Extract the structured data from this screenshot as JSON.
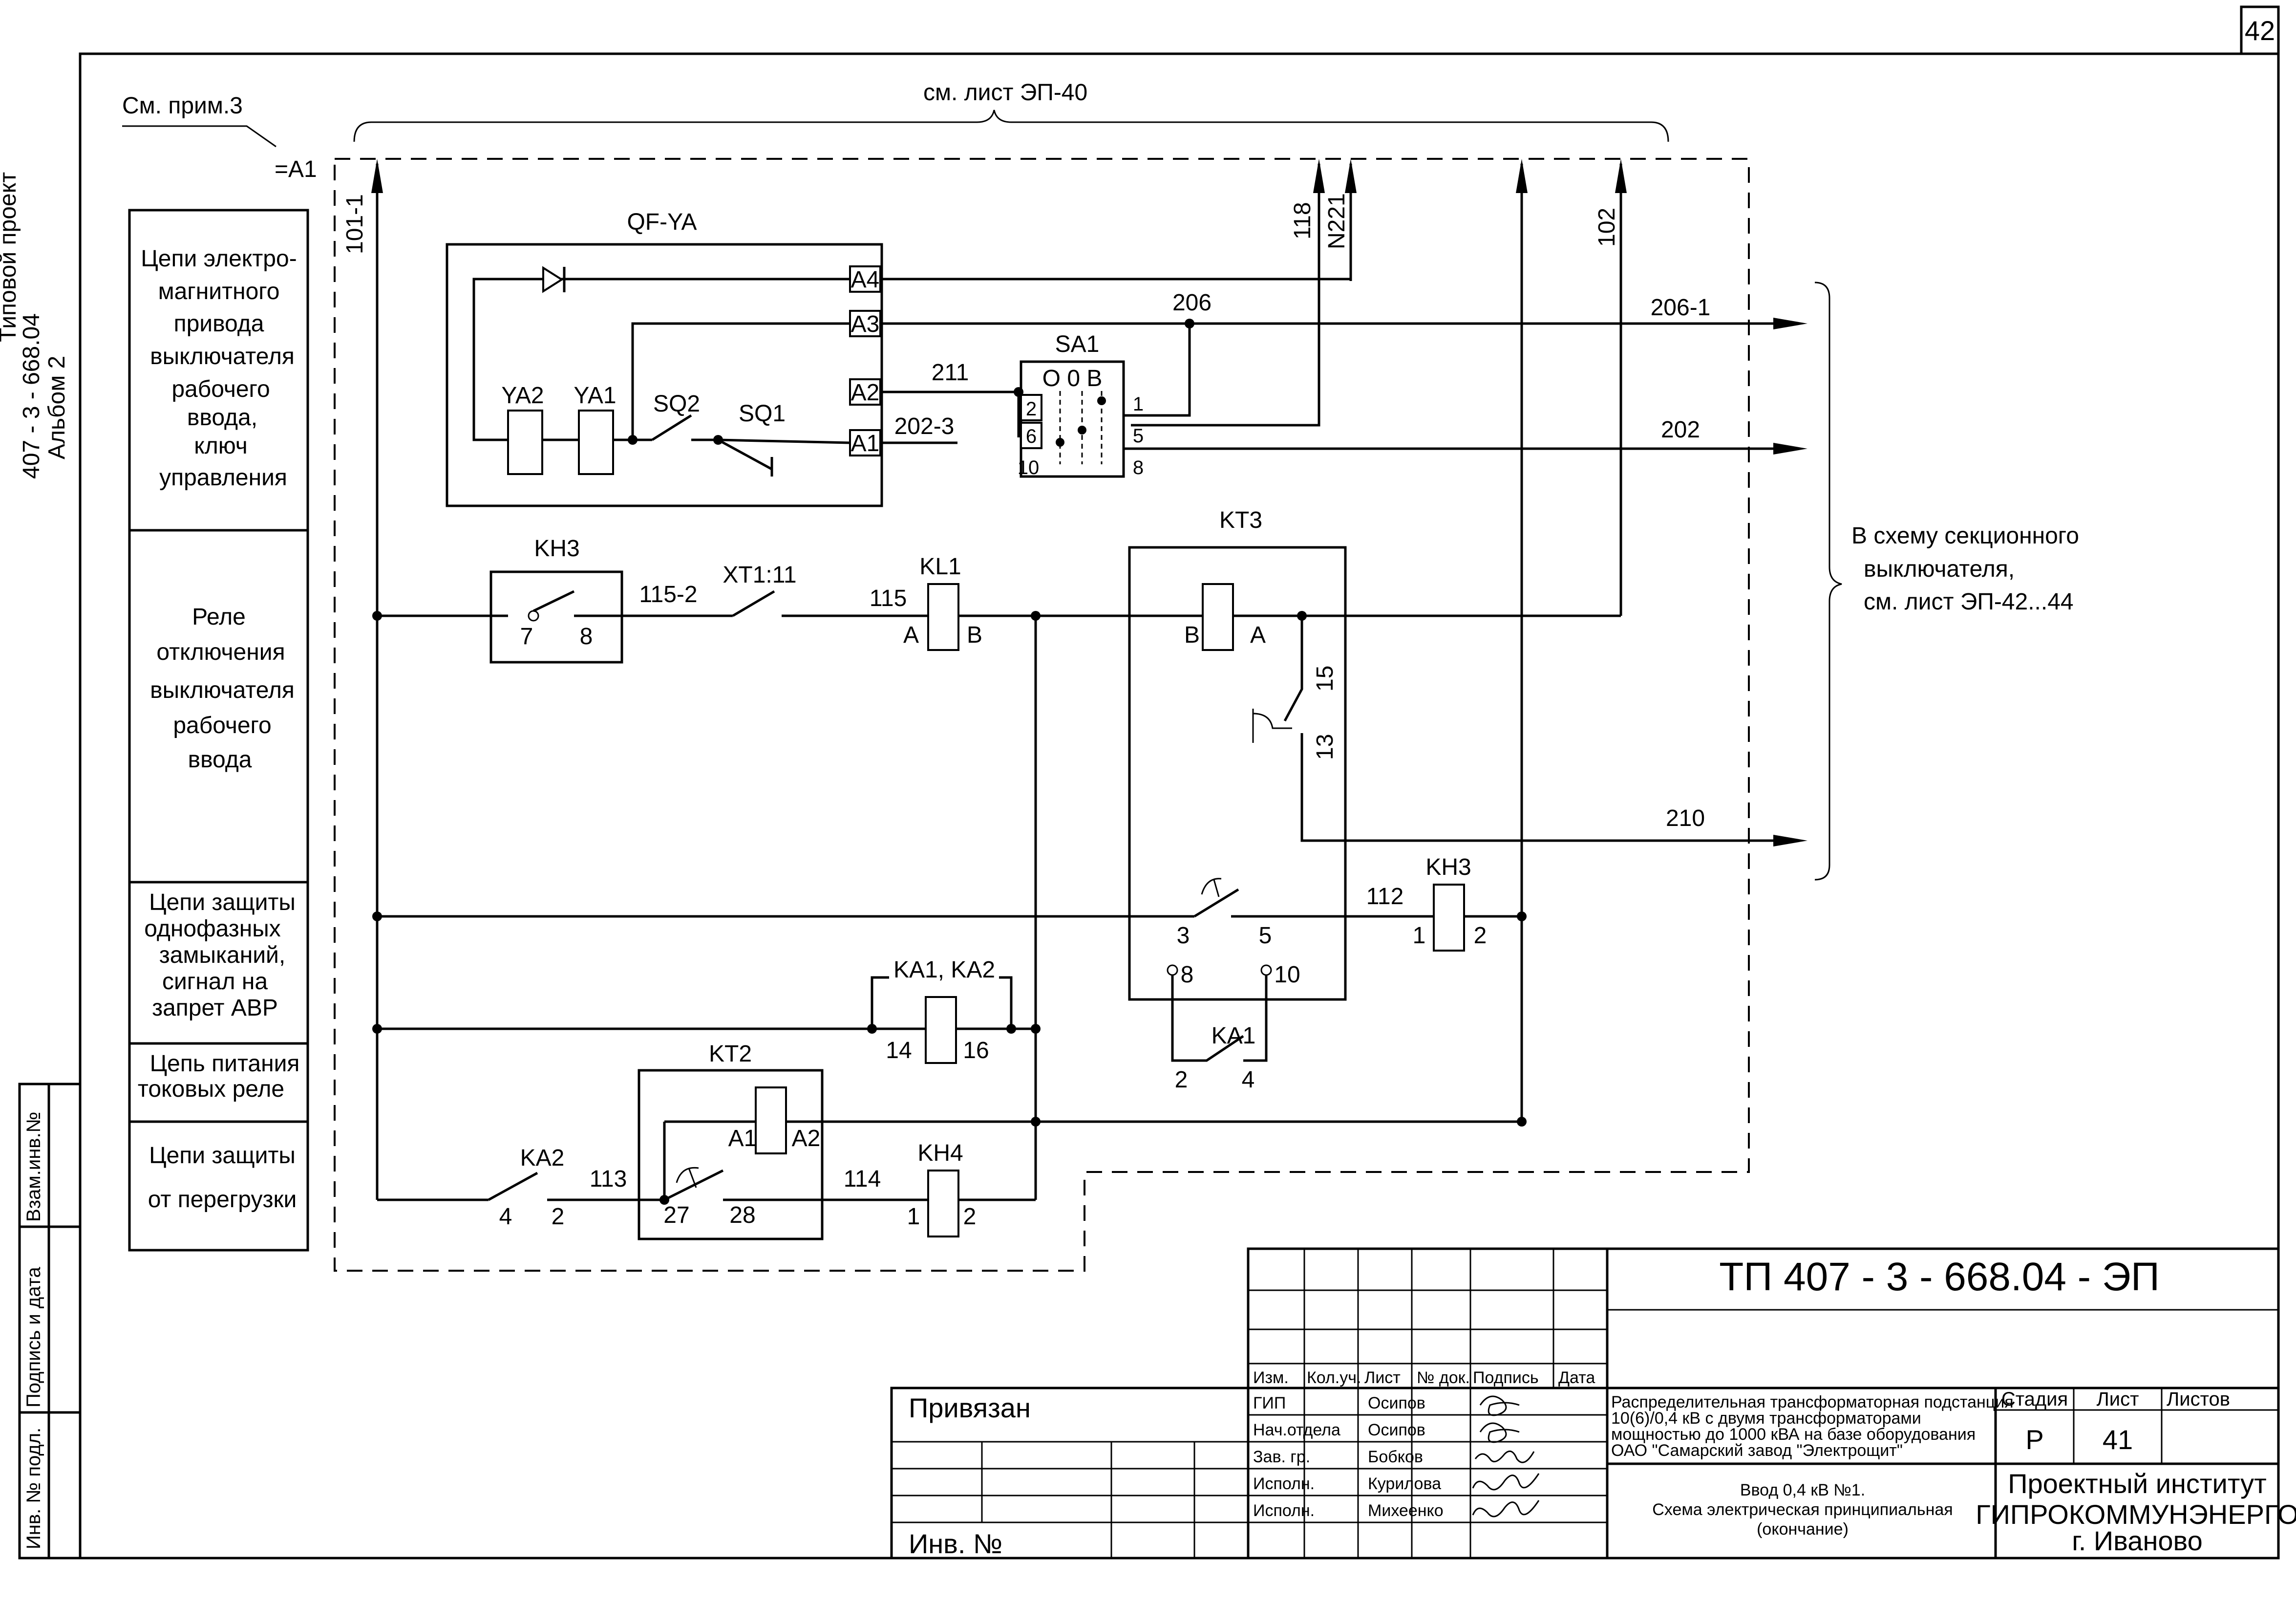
{
  "sheet_corner_number": "42",
  "side_project_label": [
    "Типовой проект",
    "407 - 3 - 668.04",
    "Альбом 2"
  ],
  "note_ref": "См. прим.3",
  "assembly_ref": "=A1",
  "see_sheet_top": "см. лист ЭП-40",
  "section_labels": {
    "s1": [
      "Цепи электро-",
      "магнитного",
      "привода",
      "выключателя",
      "рабочего",
      "ввода,",
      "ключ",
      "управления"
    ],
    "s2": [
      "Реле",
      "отключения",
      "выключателя",
      "рабочего",
      "ввода"
    ],
    "s3": [
      "Цепи защиты",
      "однофазных",
      "замыканий,",
      "сигнал на",
      "запрет АВР"
    ],
    "s4": [
      "Цепь питания",
      "токовых реле"
    ],
    "s5": [
      "Цепи защиты",
      "от перегрузки"
    ]
  },
  "devices": {
    "qf_ya": "QF-YA",
    "ya2": "YA2",
    "ya1": "YA1",
    "sq2": "SQ2",
    "sq1": "SQ1",
    "sa1": "SA1",
    "sa1_positions": "О 0 В",
    "kh3": "KH3",
    "xt1": "XT1:11",
    "kl1": "KL1",
    "kt3": "KT3",
    "ka1ka2": "KA1, KA2",
    "kt2": "KT2",
    "ka2": "KA2",
    "kh4": "KH4",
    "ka1": "KA1"
  },
  "terminals": {
    "a4": "A4",
    "a3": "A3",
    "a2": "A2",
    "a1": "A1",
    "sa_2": "2",
    "sa_6": "6",
    "sa_10": "10",
    "sa_1": "1",
    "sa_5": "5",
    "sa_8": "8",
    "kh3_7": "7",
    "kh3_8": "8",
    "kl1_a": "A",
    "kl1_b": "B",
    "kt3_b": "B",
    "kt3_a": "A",
    "kt3_15": "15",
    "kt3_13": "13",
    "kt3_3": "3",
    "kt3_5": "5",
    "kt3_8": "8",
    "kt3_10": "10",
    "ka1_2": "2",
    "ka1_4": "4",
    "kh3b_1": "1",
    "kh3b_2": "2",
    "ka_14": "14",
    "ka_16": "16",
    "kt2_a1": "A1",
    "kt2_a2": "A2",
    "kt2_27": "27",
    "kt2_28": "28",
    "ka2_4": "4",
    "ka2_2": "2",
    "kh4_1": "1",
    "kh4_2": "2"
  },
  "wires": {
    "w101": "101-1",
    "w118": "118",
    "w221": "N221",
    "w102": "102",
    "w206": "206",
    "w2061": "206-1",
    "w211": "211",
    "w2023": "202-3",
    "w202": "202",
    "w1152": "115-2",
    "w115": "115",
    "w210": "210",
    "w112": "112",
    "w113": "113",
    "w114": "114"
  },
  "right_note": [
    "В схему секционного",
    "выключателя,",
    "см. лист ЭП-42...44"
  ],
  "left_stamp": [
    "Взам.инв.№",
    "Подпись и дата",
    "Инв. № подл."
  ],
  "title_block": {
    "doc_code": "ТП  407 - 3 - 668.04 - ЭП",
    "privyazan": "Привязан",
    "inv_no": "Инв. №",
    "header_cols": [
      "Изм.",
      "Кол.уч.",
      "Лист",
      "№ док.",
      "Подпись",
      "Дата"
    ],
    "roles": [
      {
        "role": "ГИП",
        "name": "Осипов"
      },
      {
        "role": "Нач.отдела",
        "name": "Осипов"
      },
      {
        "role": "Зав. гр.",
        "name": "Бобков"
      },
      {
        "role": "Исполн.",
        "name": "Курилова"
      },
      {
        "role": "Исполн.",
        "name": "Михеенко"
      }
    ],
    "description": [
      "Распределительная трансформаторная подстанция",
      "10(6)/0,4 кВ с двумя трансформаторами",
      "мощностью до 1000 кВА на базе оборудования",
      "ОАО \"Самарский завод \"Электрощит\""
    ],
    "sheet_title": [
      "Ввод 0,4 кВ №1.",
      "Схема электрическая принципиальная",
      "(окончание)"
    ],
    "stage_label": "Стадия",
    "sheet_label": "Лист",
    "sheets_label": "Листов",
    "stage": "Р",
    "sheet": "41",
    "org": [
      "Проектный институт",
      "ГИПРОКОММУНЭНЕРГО",
      "г. Иваново"
    ]
  }
}
